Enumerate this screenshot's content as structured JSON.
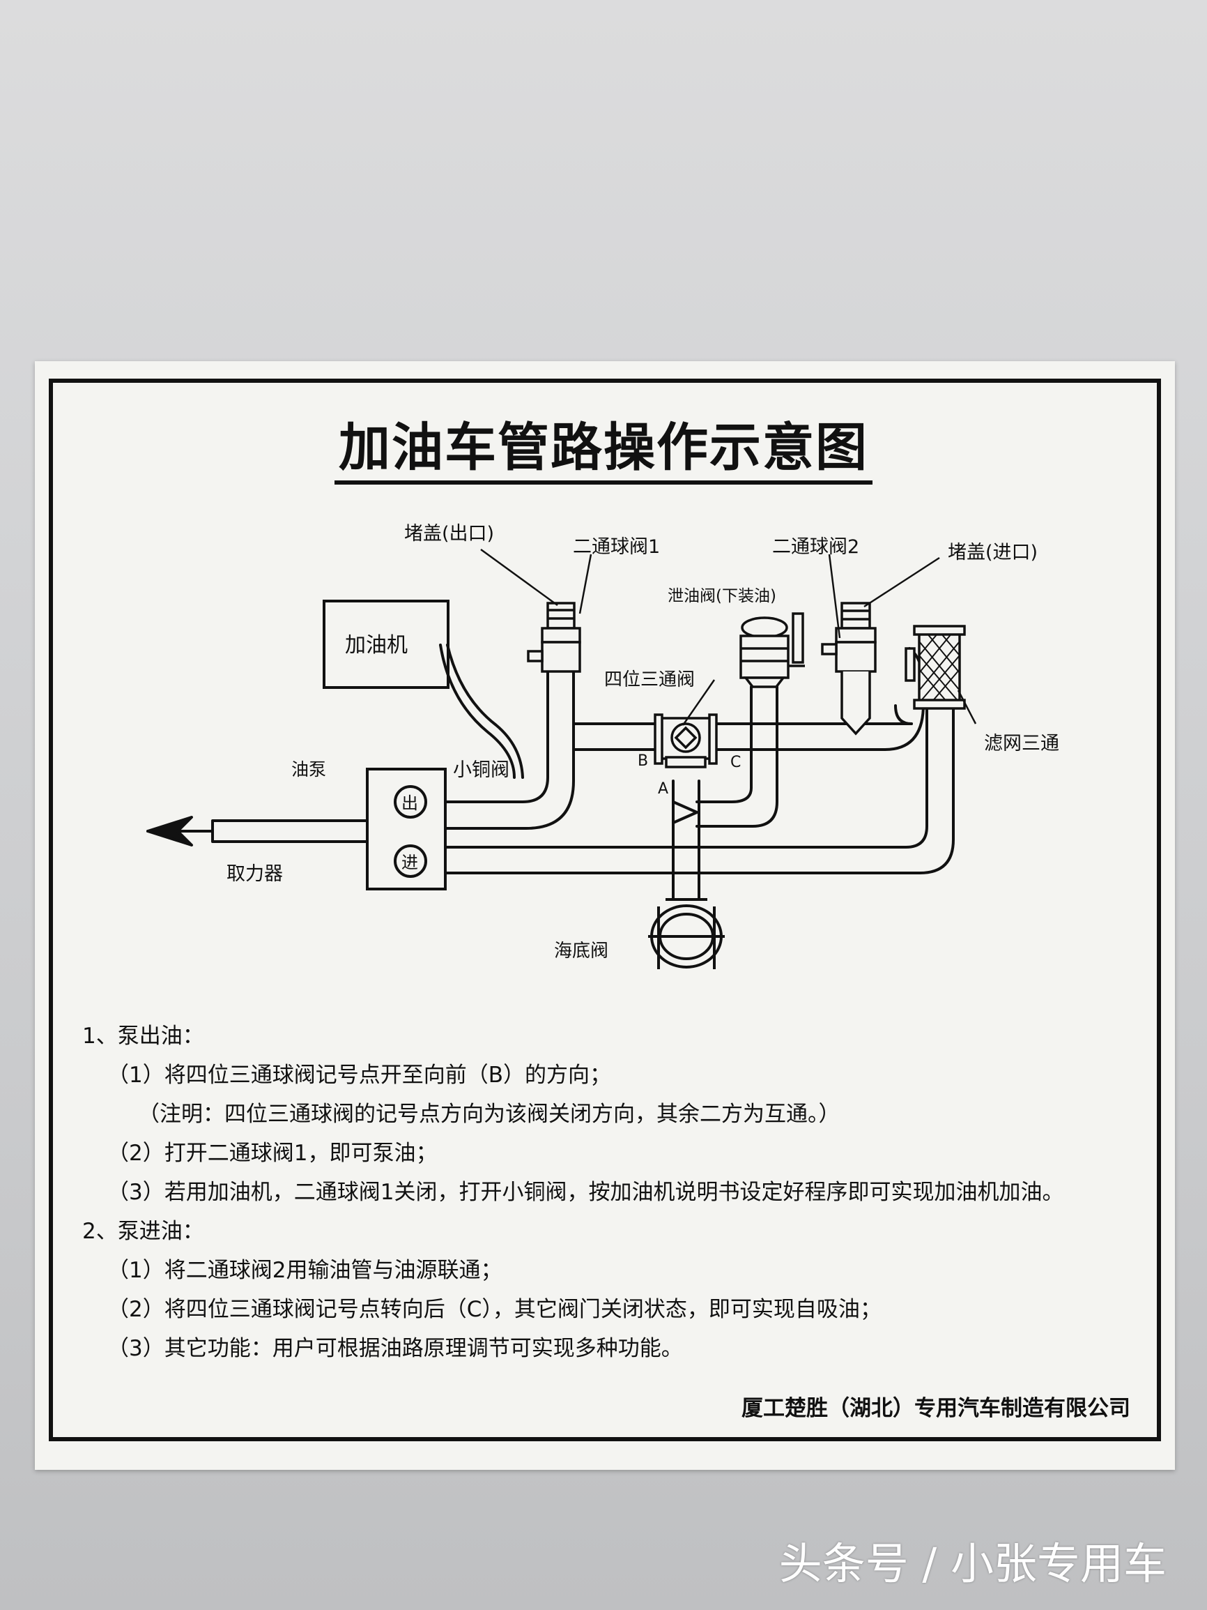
{
  "title": "加油车管路操作示意图",
  "diagram": {
    "labels": {
      "cap_outlet": "堵盖(出口)",
      "valve1": "二通球阀1",
      "drain_valve": "泄油阀(下装油)",
      "valve2": "二通球阀2",
      "cap_inlet": "堵盖(进口)",
      "dispenser": "加油机",
      "four_way_valve": "四位三通阀",
      "filter_tee": "滤网三通",
      "pump": "油泵",
      "copper_valve": "小铜阀",
      "out": "出",
      "in": "进",
      "pto": "取力器",
      "port_a": "A",
      "port_b": "B",
      "port_c": "C",
      "bottom_valve": "海底阀"
    }
  },
  "instructions": {
    "s1_title": "1、泵出油：",
    "s1_1": "（1）将四位三通球阀记号点开至向前（B）的方向；",
    "s1_note": "（注明：四位三通球阀的记号点方向为该阀关闭方向，其余二方为互通。）",
    "s1_2": "（2）打开二通球阀1，即可泵油；",
    "s1_3": "（3）若用加油机，二通球阀1关闭，打开小铜阀，按加油机说明书设定好程序即可实现加油机加油。",
    "s2_title": "2、泵进油：",
    "s2_1": "（1）将二通球阀2用输油管与油源联通；",
    "s2_2": "（2）将四位三通球阀记号点转向后（C），其它阀门关闭状态，即可实现自吸油；",
    "s2_3": "（3）其它功能：用户可根据油路原理调节可实现多种功能。"
  },
  "footer": "厦工楚胜（湖北）专用汽车制造有限公司",
  "watermark": "头条号 / 小张专用车"
}
